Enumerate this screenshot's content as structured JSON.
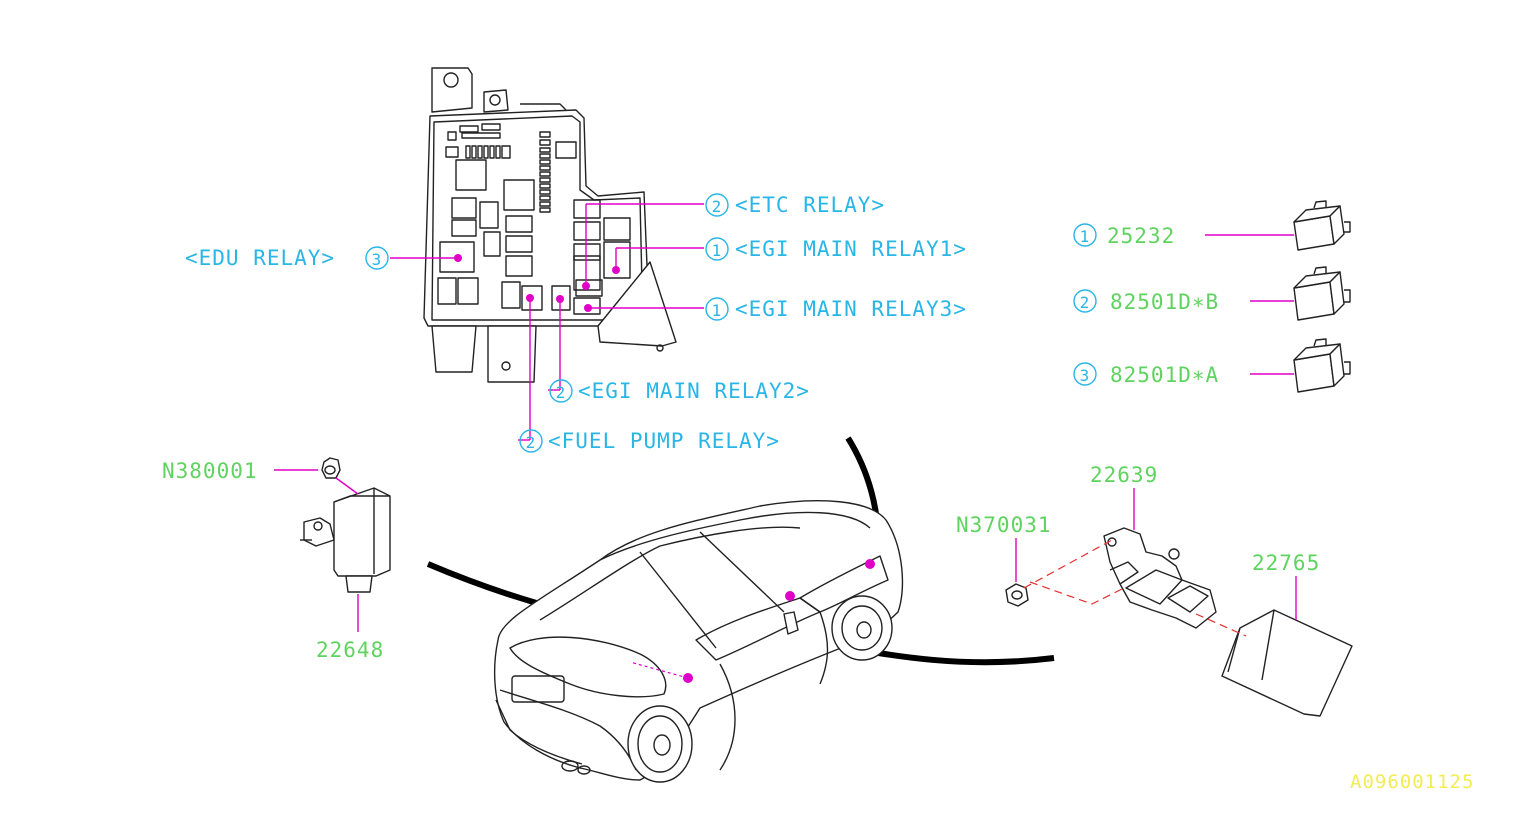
{
  "relay_labels": {
    "etc": "<ETC RELAY>",
    "egi_main_1": "<EGI MAIN RELAY1>",
    "egi_main_3": "<EGI MAIN RELAY3>",
    "egi_main_2": "<EGI MAIN RELAY2>",
    "fuel_pump": "<FUEL PUMP RELAY>",
    "edu": "<EDU RELAY>"
  },
  "callout_numbers": {
    "one": "1",
    "two": "2",
    "three": "3"
  },
  "legend": [
    {
      "num": "1",
      "part": "25232"
    },
    {
      "num": "2",
      "part": "82501D∗B"
    },
    {
      "num": "3",
      "part": "82501D∗A"
    }
  ],
  "part_numbers": {
    "nut_left": "N380001",
    "module_left": "22648",
    "bracket": "22639",
    "nut_right": "N370031",
    "ecu": "22765"
  },
  "figure_id": "A096001125",
  "colors": {
    "callout_cyan": "#29b6e6",
    "part_green": "#5fd35f",
    "leader_magenta": "#e000c8",
    "figure_id_yellow": "#f2ec55",
    "dashed_red": "#e53030"
  }
}
